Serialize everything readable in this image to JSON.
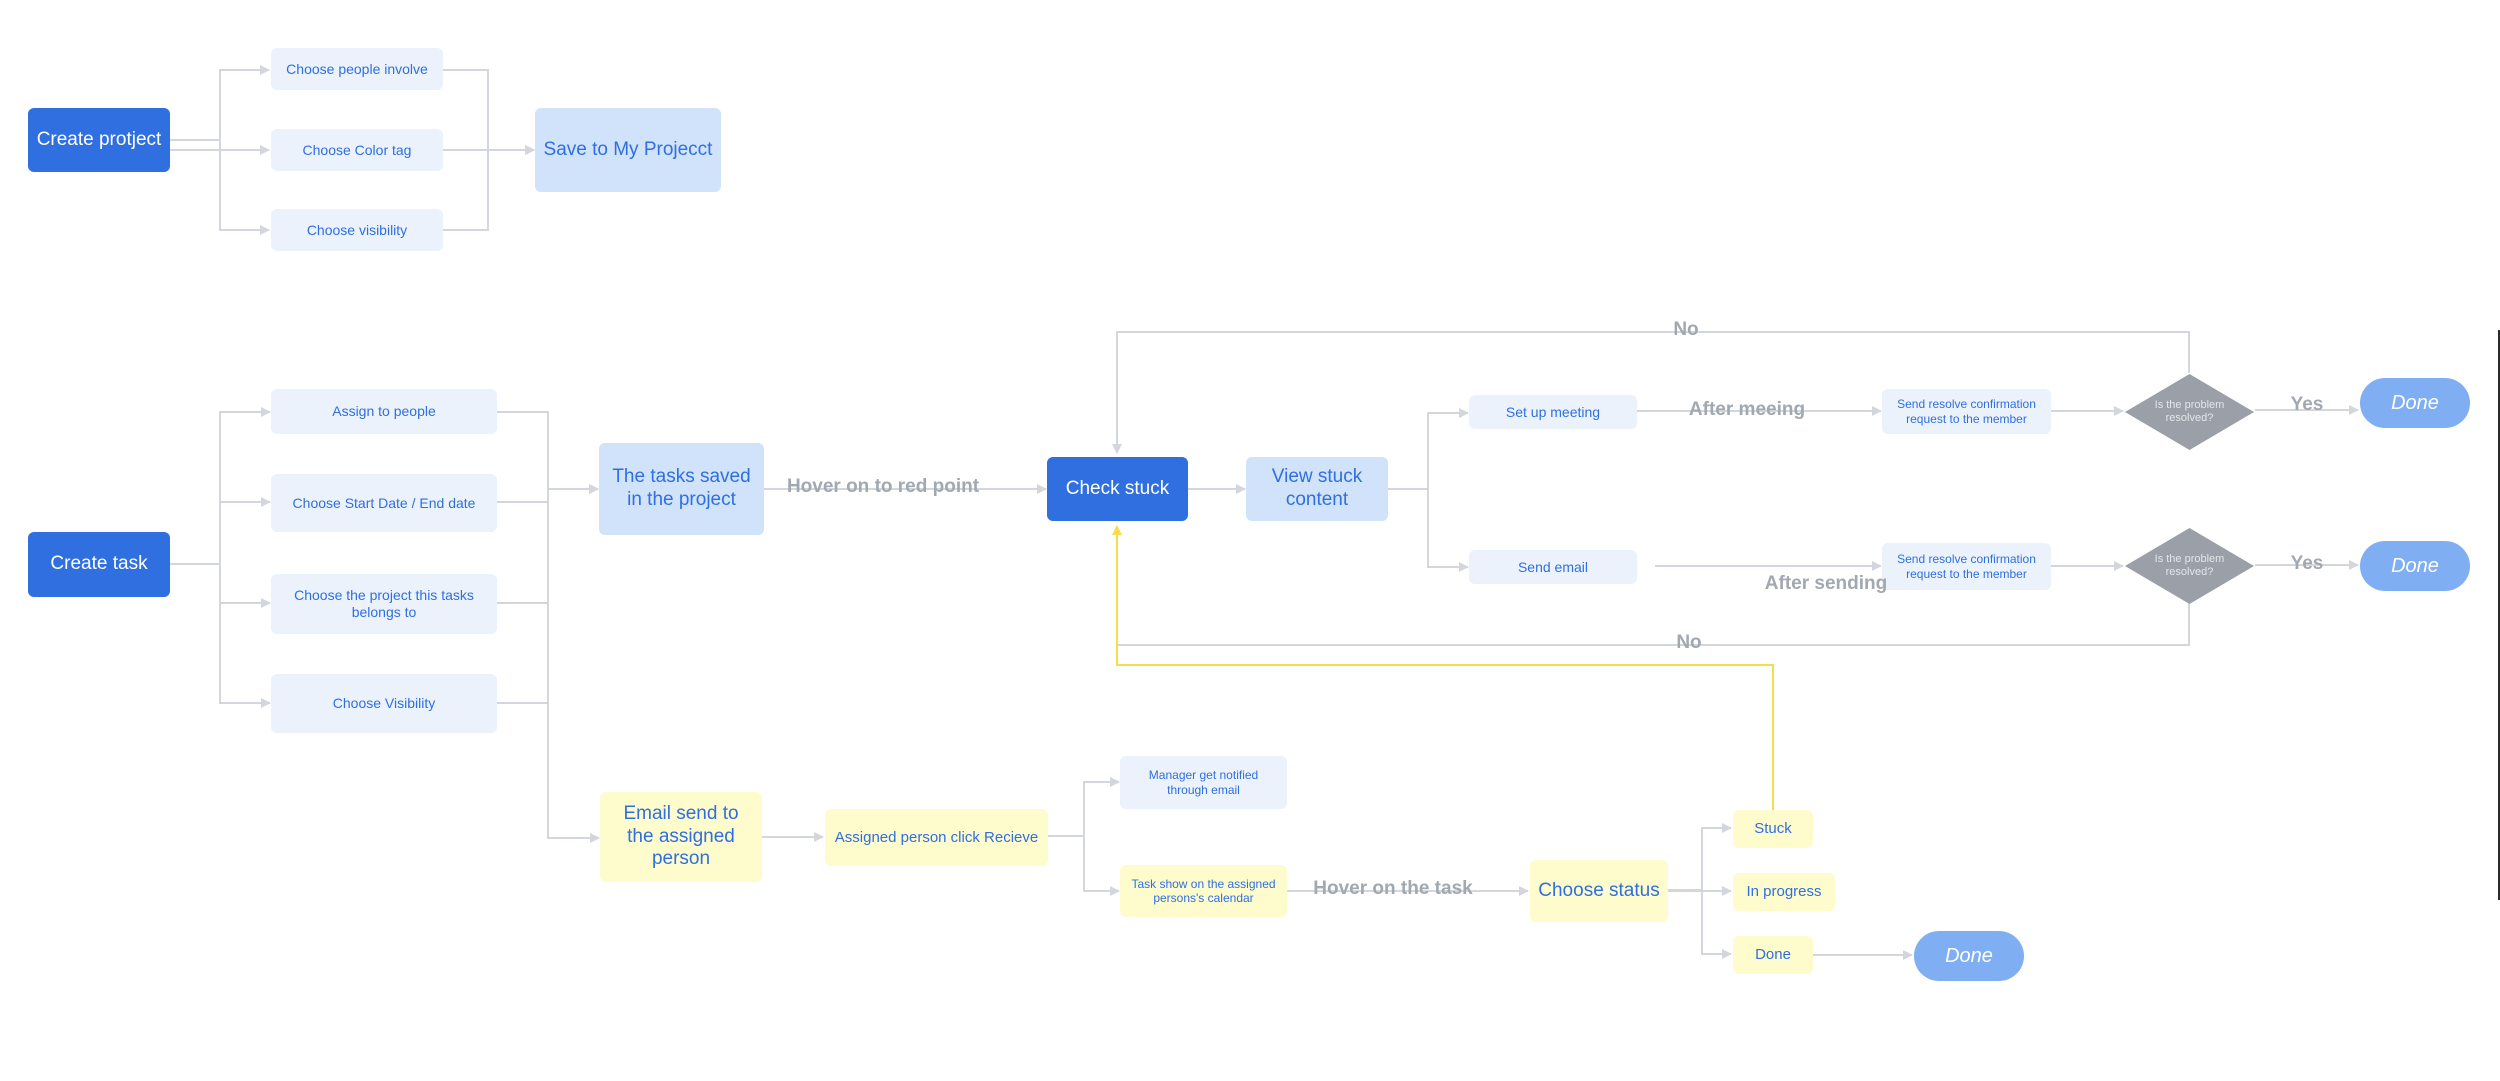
{
  "colors": {
    "edge": "#d3d7dd",
    "highlight_edge": "#f7dc4d",
    "primary": "#2f6fdf",
    "diamond": "#9a9fa8"
  },
  "nodes": {
    "create_project": "Create protject",
    "choose_people": "Choose people involve",
    "choose_color": "Choose Color tag",
    "choose_visibility_proj": "Choose visibility",
    "save_project": "Save to My Projecct",
    "create_task": "Create task",
    "assign_people": "Assign to people",
    "choose_dates": "Choose Start Date / End date",
    "choose_project": "Choose the project this tasks belongs to",
    "choose_visibility_task": "Choose Visibility",
    "tasks_saved": "The tasks saved in the project",
    "check_stuck": "Check stuck",
    "view_stuck": "View  stuck content",
    "setup_meeting": "Set up meeting",
    "send_email": "Send email",
    "resolve_request_1": "Send resolve confirmation request to the member",
    "resolve_request_2": "Send resolve confirmation request to the member",
    "problem_resolved_1": "Is the problem resolved?",
    "problem_resolved_2": "Is the problem resolved?",
    "done_1": "Done",
    "done_2": "Done",
    "email_assigned": "Email send to the assigned person",
    "click_receive": "Assigned person click Recieve",
    "manager_notified": "Manager get notified through email",
    "task_calendar": "Task show on the assigned persons's calendar",
    "choose_status": "Choose status",
    "status_stuck": "Stuck",
    "status_in_progress": "In progress",
    "status_done": "Done",
    "done_3": "Done"
  },
  "edge_labels": {
    "hover_red_point": "Hover on to red point",
    "no_top": "No",
    "after_meeting": "After meeing",
    "yes_1": "Yes",
    "after_sending": "After sending",
    "yes_2": "Yes",
    "no_bottom": "No",
    "hover_task": "Hover on the task"
  }
}
